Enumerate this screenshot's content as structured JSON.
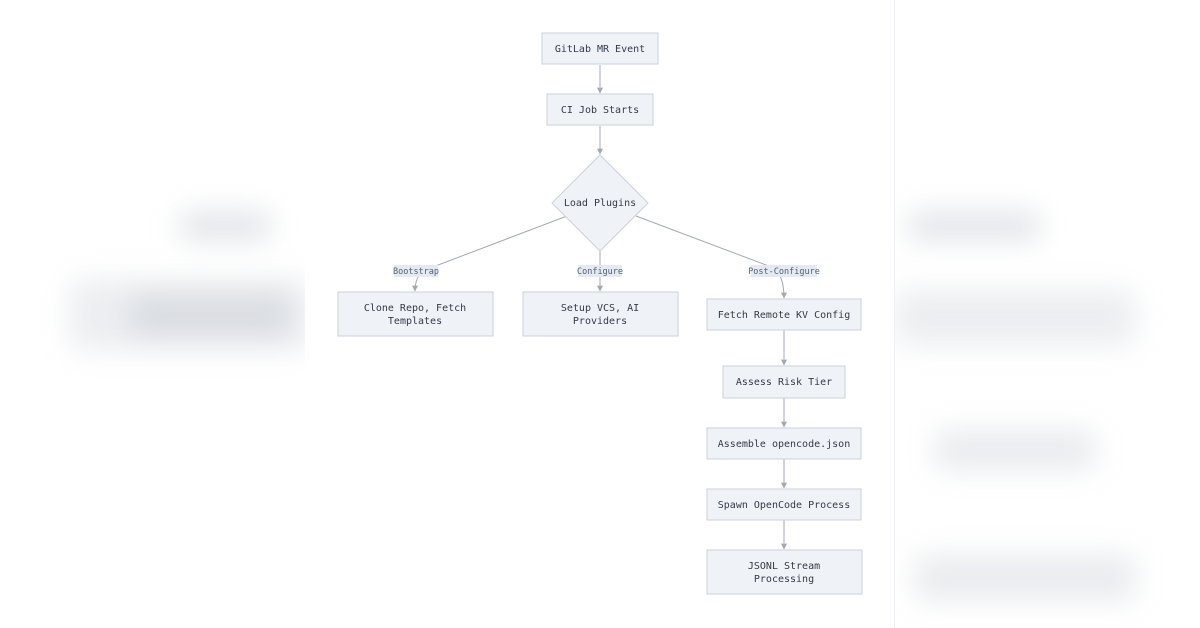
{
  "nodes": {
    "gitlab_event": "GitLab MR Event",
    "ci_job": "CI Job Starts",
    "load_plugins": "Load Plugins",
    "clone_repo": [
      "Clone Repo, Fetch",
      "Templates"
    ],
    "setup_vcs": [
      "Setup VCS, AI",
      "Providers"
    ],
    "fetch_kv": "Fetch Remote KV Config",
    "assess_risk": "Assess Risk Tier",
    "assemble": "Assemble opencode.json",
    "spawn": "Spawn OpenCode Process",
    "jsonl": [
      "JSONL Stream",
      "Processing"
    ]
  },
  "edges": {
    "bootstrap": "Bootstrap",
    "configure": "Configure",
    "post_configure": "Post-Configure"
  },
  "colors": {
    "node_fill": "#eff2f7",
    "node_stroke": "#c9d1dd",
    "edge": "#a3a9b3",
    "label_bg": "#e4e9f2"
  }
}
